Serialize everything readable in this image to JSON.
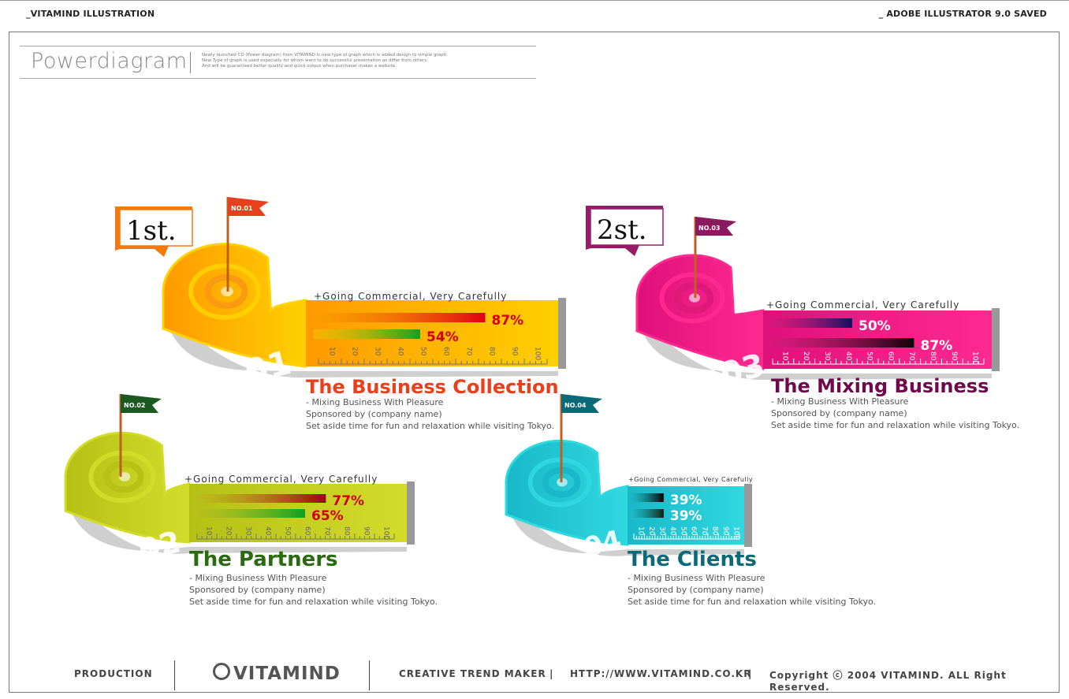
{
  "header": {
    "left": "_VITAMIND ILLUSTRATION",
    "right": "_ ADOBE ILLUSTRATOR 9.0 SAVED"
  },
  "title_block": {
    "title": "Powerdiagram",
    "desc_lines": [
      "Newly launched CD (Power diagram) from VITAMIND is new type of graph which is added design to simple graph.",
      "New Type of graph is used especially for whom want to do successful presentation as differ from others.",
      "And will be guaranteed better quality and quick output when purchaser makes a website."
    ]
  },
  "chart_data": {
    "type": "bar",
    "scale_ticks": [
      "10",
      "20",
      "30",
      "40",
      "50",
      "60",
      "70",
      "80",
      "90",
      "100"
    ],
    "blocks": [
      {
        "rank": "1st.",
        "flag": "NO.01",
        "business_label": "BUSINESS_01",
        "note": "+Going Commercial, Very Carefully",
        "bars": [
          {
            "value": 87,
            "label": "87%"
          },
          {
            "value": 54,
            "label": "54%"
          }
        ],
        "title": "The Business Collection",
        "lines": [
          "- Mixing Business With Pleasure",
          "Sponsored by (company name)",
          "Set aside time for fun and relaxation while visiting Tokyo."
        ],
        "colors": {
          "main": "#f99a10",
          "light": "#ffd200",
          "title": "#e8401c",
          "flag": "#e8401c",
          "badge": "#f07a10"
        }
      },
      {
        "rank": "2st.",
        "flag": "NO.03",
        "business_label": "BUSINESS_03",
        "note": "+Going Commercial, Very Carefully",
        "bars": [
          {
            "value": 50,
            "label": "50%"
          },
          {
            "value": 87,
            "label": "87%"
          }
        ],
        "title": "The Mixing Business",
        "lines": [
          "- Mixing Business With Pleasure",
          "Sponsored by (company name)",
          "Set aside time for fun and relaxation while visiting Tokyo."
        ],
        "colors": {
          "main": "#e0187a",
          "light": "#ff2a90",
          "title": "#6e0a4c",
          "flag": "#8a1a60",
          "badge": "#9a1a6a"
        }
      },
      {
        "rank": "",
        "flag": "NO.02",
        "business_label": "BUSINESS_02",
        "note": "+Going Commercial, Very Carefully",
        "bars": [
          {
            "value": 77,
            "label": "77%"
          },
          {
            "value": 65,
            "label": "65%"
          }
        ],
        "title": "The Partners",
        "lines": [
          "- Mixing Business With Pleasure",
          "Sponsored by (company name)",
          "Set aside time for fun and relaxation while visiting Tokyo."
        ],
        "colors": {
          "main": "#b8c214",
          "light": "#d4dc2a",
          "title": "#2a6a10",
          "flag": "#1a5a20",
          "badge": "#1a5a20"
        }
      },
      {
        "rank": "",
        "flag": "NO.04",
        "business_label": "BUSINESS_04",
        "note": "+Going Commercial, Very Carefully",
        "bars": [
          {
            "value": 39,
            "label": "39%"
          },
          {
            "value": 39,
            "label": "39%"
          }
        ],
        "title": "The Clients",
        "lines": [
          "- Mixing Business With Pleasure",
          "Sponsored by (company name)",
          "Set aside time for fun and relaxation while visiting Tokyo."
        ],
        "colors": {
          "main": "#18b8c8",
          "light": "#30d8e0",
          "title": "#0a6a78",
          "flag": "#0a6a78",
          "badge": "#0a6a78"
        }
      }
    ]
  },
  "footer": {
    "production": "PRODUCTION",
    "logo": "VITAMIND",
    "tagline": "CREATIVE TREND MAKER",
    "sep1": "|",
    "url": "HTTP://WWW.VITAMIND.CO.KR",
    "sep2": "|",
    "copyright": "Copyright ⓒ 2004 VITAMIND. ALL Right Reserved."
  }
}
